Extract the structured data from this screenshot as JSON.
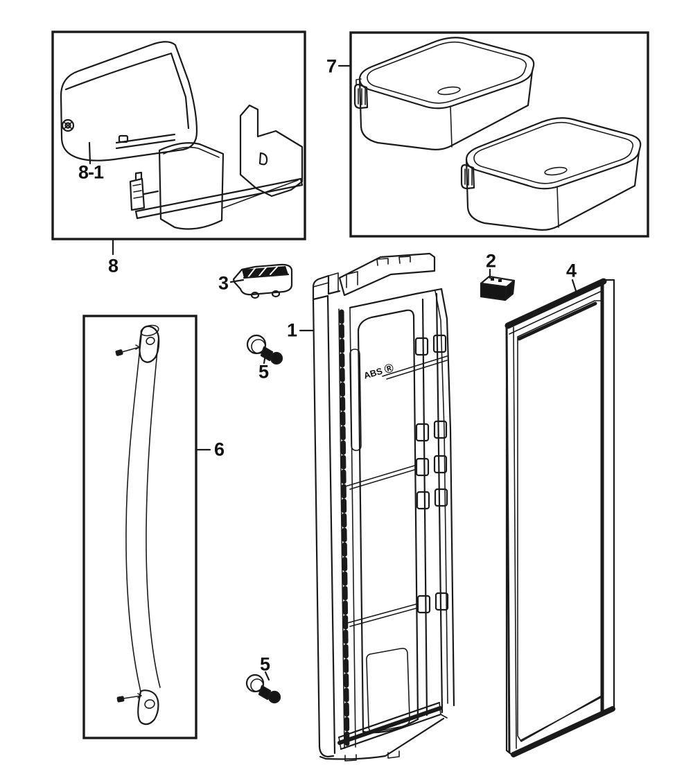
{
  "diagram": {
    "background_color": "#ffffff",
    "line_color": "#1a1a1a",
    "door_marking": "ABS Ⓡ",
    "callouts": [
      {
        "id": "1",
        "label": "1"
      },
      {
        "id": "2",
        "label": "2"
      },
      {
        "id": "3",
        "label": "3"
      },
      {
        "id": "4",
        "label": "4"
      },
      {
        "id": "5a",
        "label": "5"
      },
      {
        "id": "5b",
        "label": "5"
      },
      {
        "id": "6",
        "label": "6"
      },
      {
        "id": "7",
        "label": "7"
      },
      {
        "id": "8",
        "label": "8"
      },
      {
        "id": "8-1",
        "label": "8-1"
      }
    ]
  }
}
